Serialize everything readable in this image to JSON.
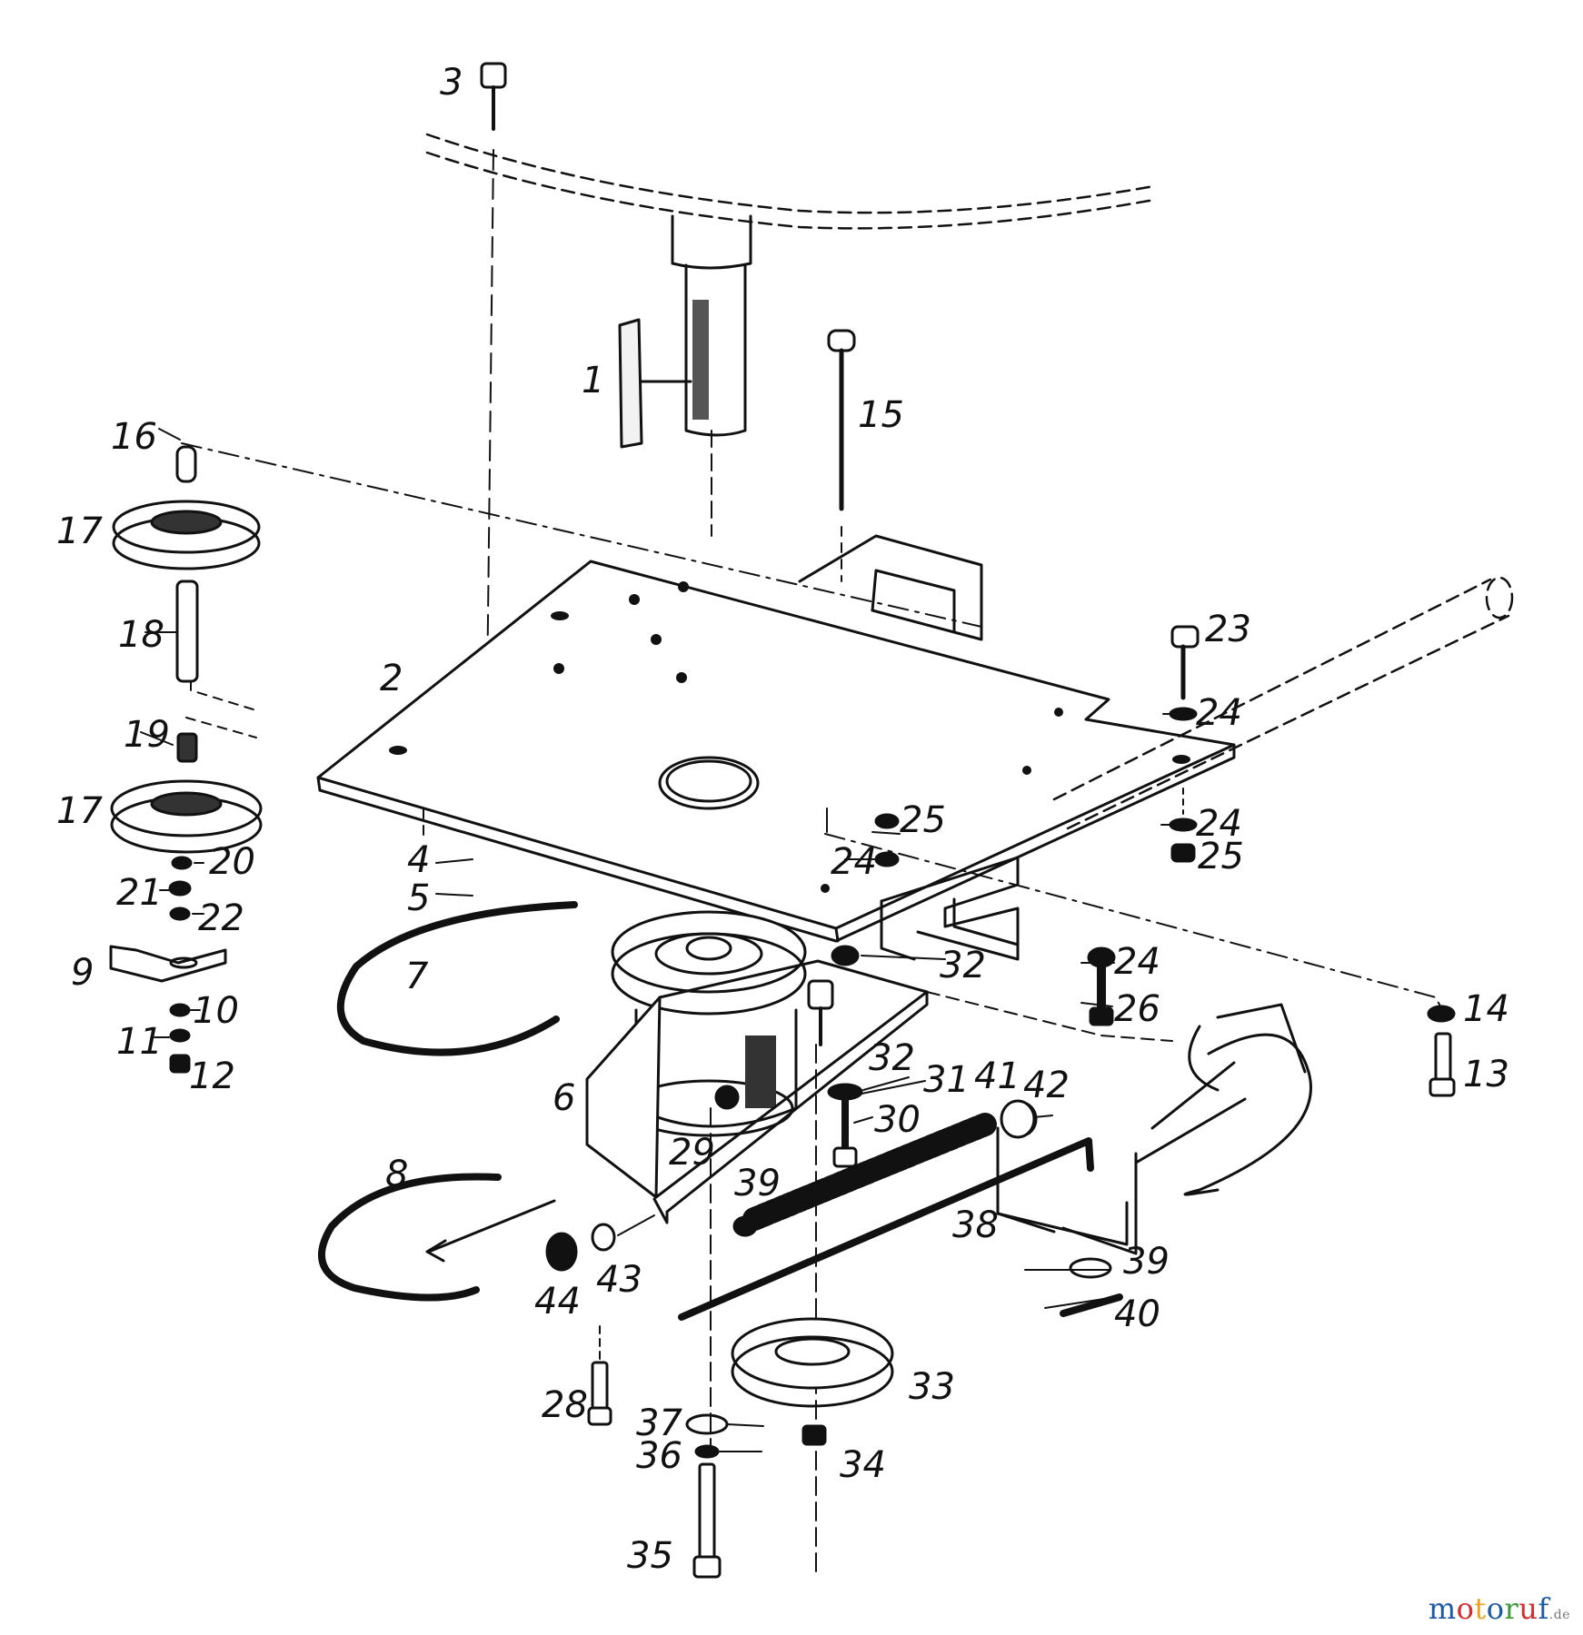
{
  "colors": {
    "ink": "#111111",
    "paper": "#ffffff"
  },
  "parts": [
    {
      "n": "1"
    },
    {
      "n": "2"
    },
    {
      "n": "3"
    },
    {
      "n": "4"
    },
    {
      "n": "5"
    },
    {
      "n": "6"
    },
    {
      "n": "7"
    },
    {
      "n": "8"
    },
    {
      "n": "9"
    },
    {
      "n": "10"
    },
    {
      "n": "11"
    },
    {
      "n": "12"
    },
    {
      "n": "13"
    },
    {
      "n": "14"
    },
    {
      "n": "15"
    },
    {
      "n": "16"
    },
    {
      "n": "17"
    },
    {
      "n": "17"
    },
    {
      "n": "18"
    },
    {
      "n": "19"
    },
    {
      "n": "20"
    },
    {
      "n": "21"
    },
    {
      "n": "22"
    },
    {
      "n": "23"
    },
    {
      "n": "24"
    },
    {
      "n": "24"
    },
    {
      "n": "24"
    },
    {
      "n": "24"
    },
    {
      "n": "25"
    },
    {
      "n": "25"
    },
    {
      "n": "26"
    },
    {
      "n": "28"
    },
    {
      "n": "29"
    },
    {
      "n": "30"
    },
    {
      "n": "31"
    },
    {
      "n": "32"
    },
    {
      "n": "32"
    },
    {
      "n": "33"
    },
    {
      "n": "34"
    },
    {
      "n": "35"
    },
    {
      "n": "36"
    },
    {
      "n": "37"
    },
    {
      "n": "38"
    },
    {
      "n": "39"
    },
    {
      "n": "39"
    },
    {
      "n": "40"
    },
    {
      "n": "41"
    },
    {
      "n": "42"
    },
    {
      "n": "43"
    },
    {
      "n": "44"
    }
  ],
  "watermark": {
    "letters": [
      {
        "ch": "m",
        "color": "#1e5aa8"
      },
      {
        "ch": "o",
        "color": "#d62d2d"
      },
      {
        "ch": "t",
        "color": "#f0a020"
      },
      {
        "ch": "o",
        "color": "#1e5aa8"
      },
      {
        "ch": "r",
        "color": "#3a9a3a"
      },
      {
        "ch": "u",
        "color": "#d62d2d"
      },
      {
        "ch": "f",
        "color": "#1e5aa8"
      }
    ],
    "suffix": ".de"
  }
}
